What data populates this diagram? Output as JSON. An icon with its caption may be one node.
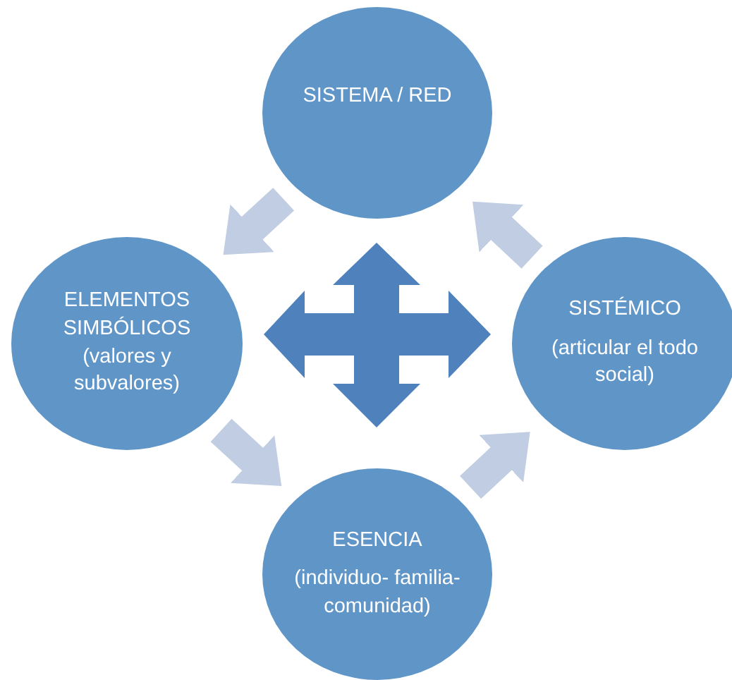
{
  "diagram": {
    "nodes": [
      {
        "text": [
          "SISTEMA / RED"
        ]
      },
      {
        "text": [
          "ELEMENTOS SIMBÓLICOS (valores y subvalores)"
        ]
      },
      {
        "text": [
          "SISTÉMICO",
          "(articular el todo social)"
        ]
      },
      {
        "text": [
          "ESENCIA",
          "(individuo- familia- comunidad)"
        ]
      }
    ],
    "edges": [
      {
        "from": 0,
        "to": 1,
        "arrow": "to"
      },
      {
        "from": 1,
        "to": 3,
        "arrow": "to"
      },
      {
        "from": 3,
        "to": 2,
        "arrow": "to"
      },
      {
        "from": 2,
        "to": 0,
        "arrow": "to"
      }
    ]
  }
}
